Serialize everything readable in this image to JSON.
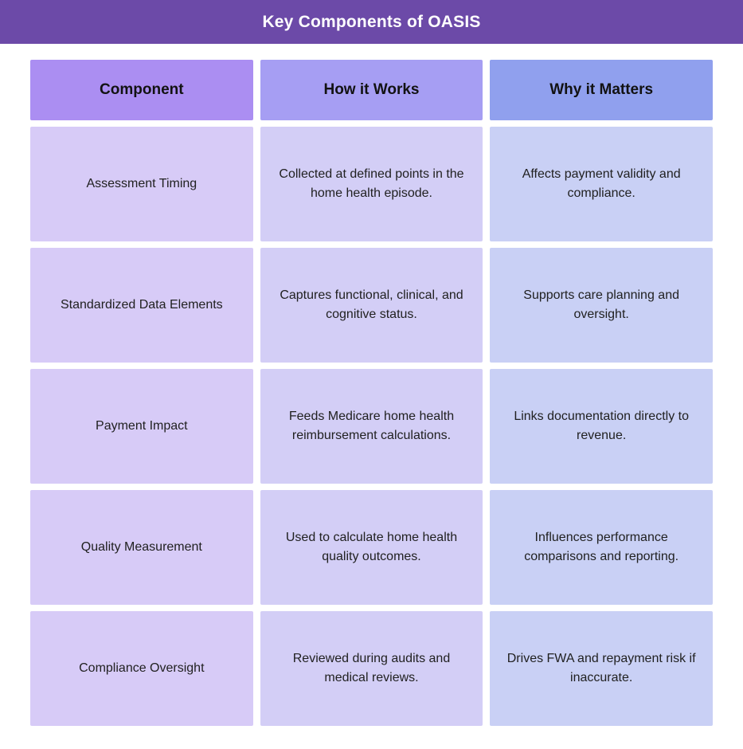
{
  "title": "Key Components of OASIS",
  "colors": {
    "titlebar_bg": "#6C4AA8",
    "title_text": "#FFFFFF",
    "header_bg": [
      "#AB8EF2",
      "#A69EF3",
      "#90A0EE"
    ],
    "body_bg": [
      "#D7CBF7",
      "#D3CEF6",
      "#C9D0F5"
    ],
    "header_text": "#121212",
    "body_text": "#212121"
  },
  "table": {
    "columns": [
      {
        "label": "Component"
      },
      {
        "label": "How it Works"
      },
      {
        "label": "Why it Matters"
      }
    ],
    "rows": [
      [
        "Assessment Timing",
        "Collected at defined points in the home health episode.",
        "Affects payment validity and compliance."
      ],
      [
        "Standardized Data Elements",
        "Captures functional, clinical, and cognitive status.",
        "Supports care planning and oversight."
      ],
      [
        "Payment Impact",
        "Feeds Medicare home health reimbursement calculations.",
        "Links documentation directly to revenue."
      ],
      [
        "Quality Measurement",
        "Used to calculate home health quality outcomes.",
        "Influences performance comparisons and reporting."
      ],
      [
        "Compliance Oversight",
        "Reviewed during audits and medical reviews.",
        "Drives FWA and repayment risk if inaccurate."
      ]
    ]
  }
}
